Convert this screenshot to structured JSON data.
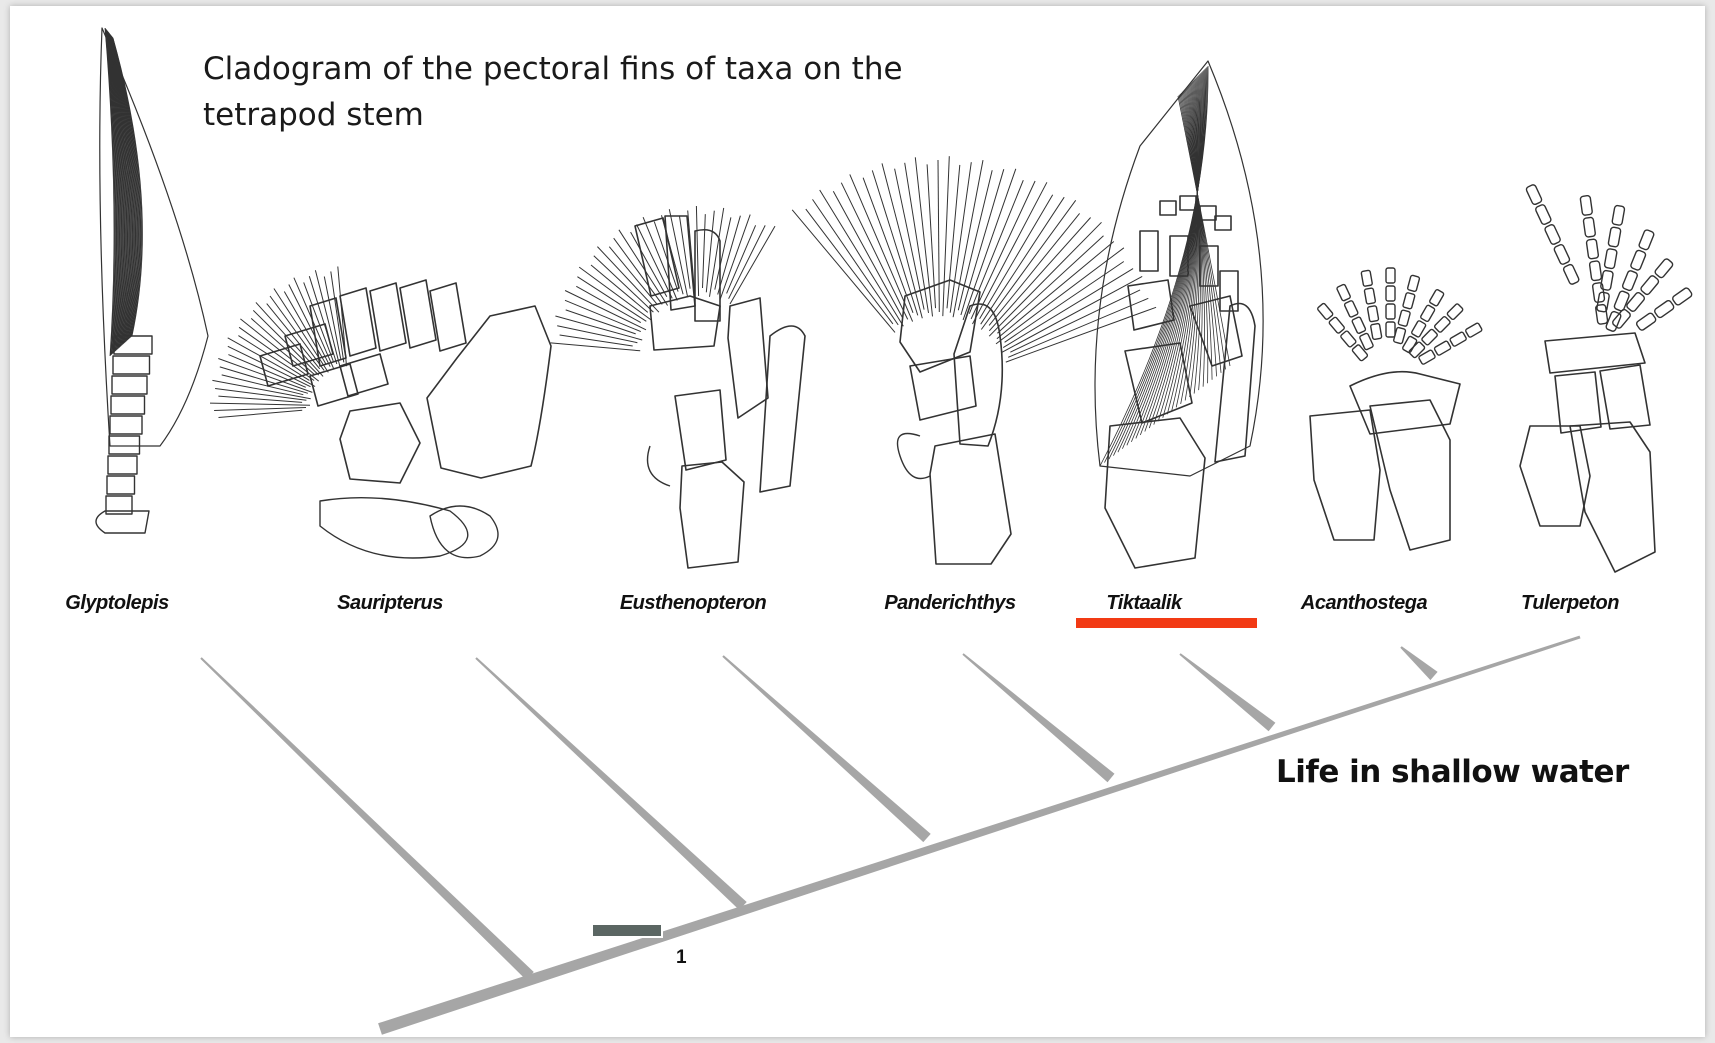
{
  "title_line1": "Cladogram of the pectoral fins of taxa on the",
  "title_line2": "tetrapod stem",
  "taxa": [
    "Glyptolepis",
    "Sauripterus",
    "Eusthenopteron",
    "Panderichthys",
    "Tiktaalik",
    "Acanthostega",
    "Tulerpeton"
  ],
  "highlighted_taxon": "Tiktaalik",
  "annotation": "Life in shallow water",
  "character_label": "1",
  "colors": {
    "branch": "#a6a6a6",
    "highlight": "#f23a14",
    "character_bar": "#5b6663",
    "drawing": "#333333"
  }
}
